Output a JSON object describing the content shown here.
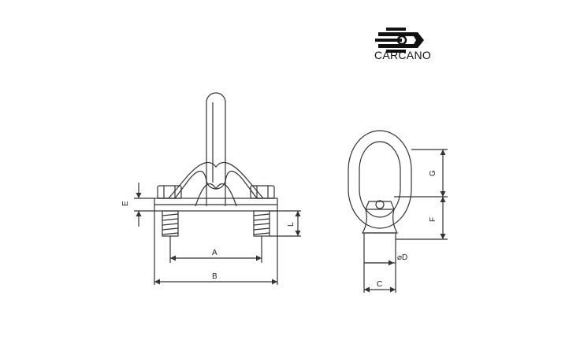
{
  "brand": {
    "name": "CARCANO",
    "logo_icon": "carcano-logo-icon"
  },
  "dimensions": {
    "a": "A",
    "b": "B",
    "c": "C",
    "d": "⌀D",
    "e": "E",
    "f": "F",
    "g": "G",
    "l": "L"
  },
  "colors": {
    "line": "#333333",
    "background": "#ffffff"
  }
}
